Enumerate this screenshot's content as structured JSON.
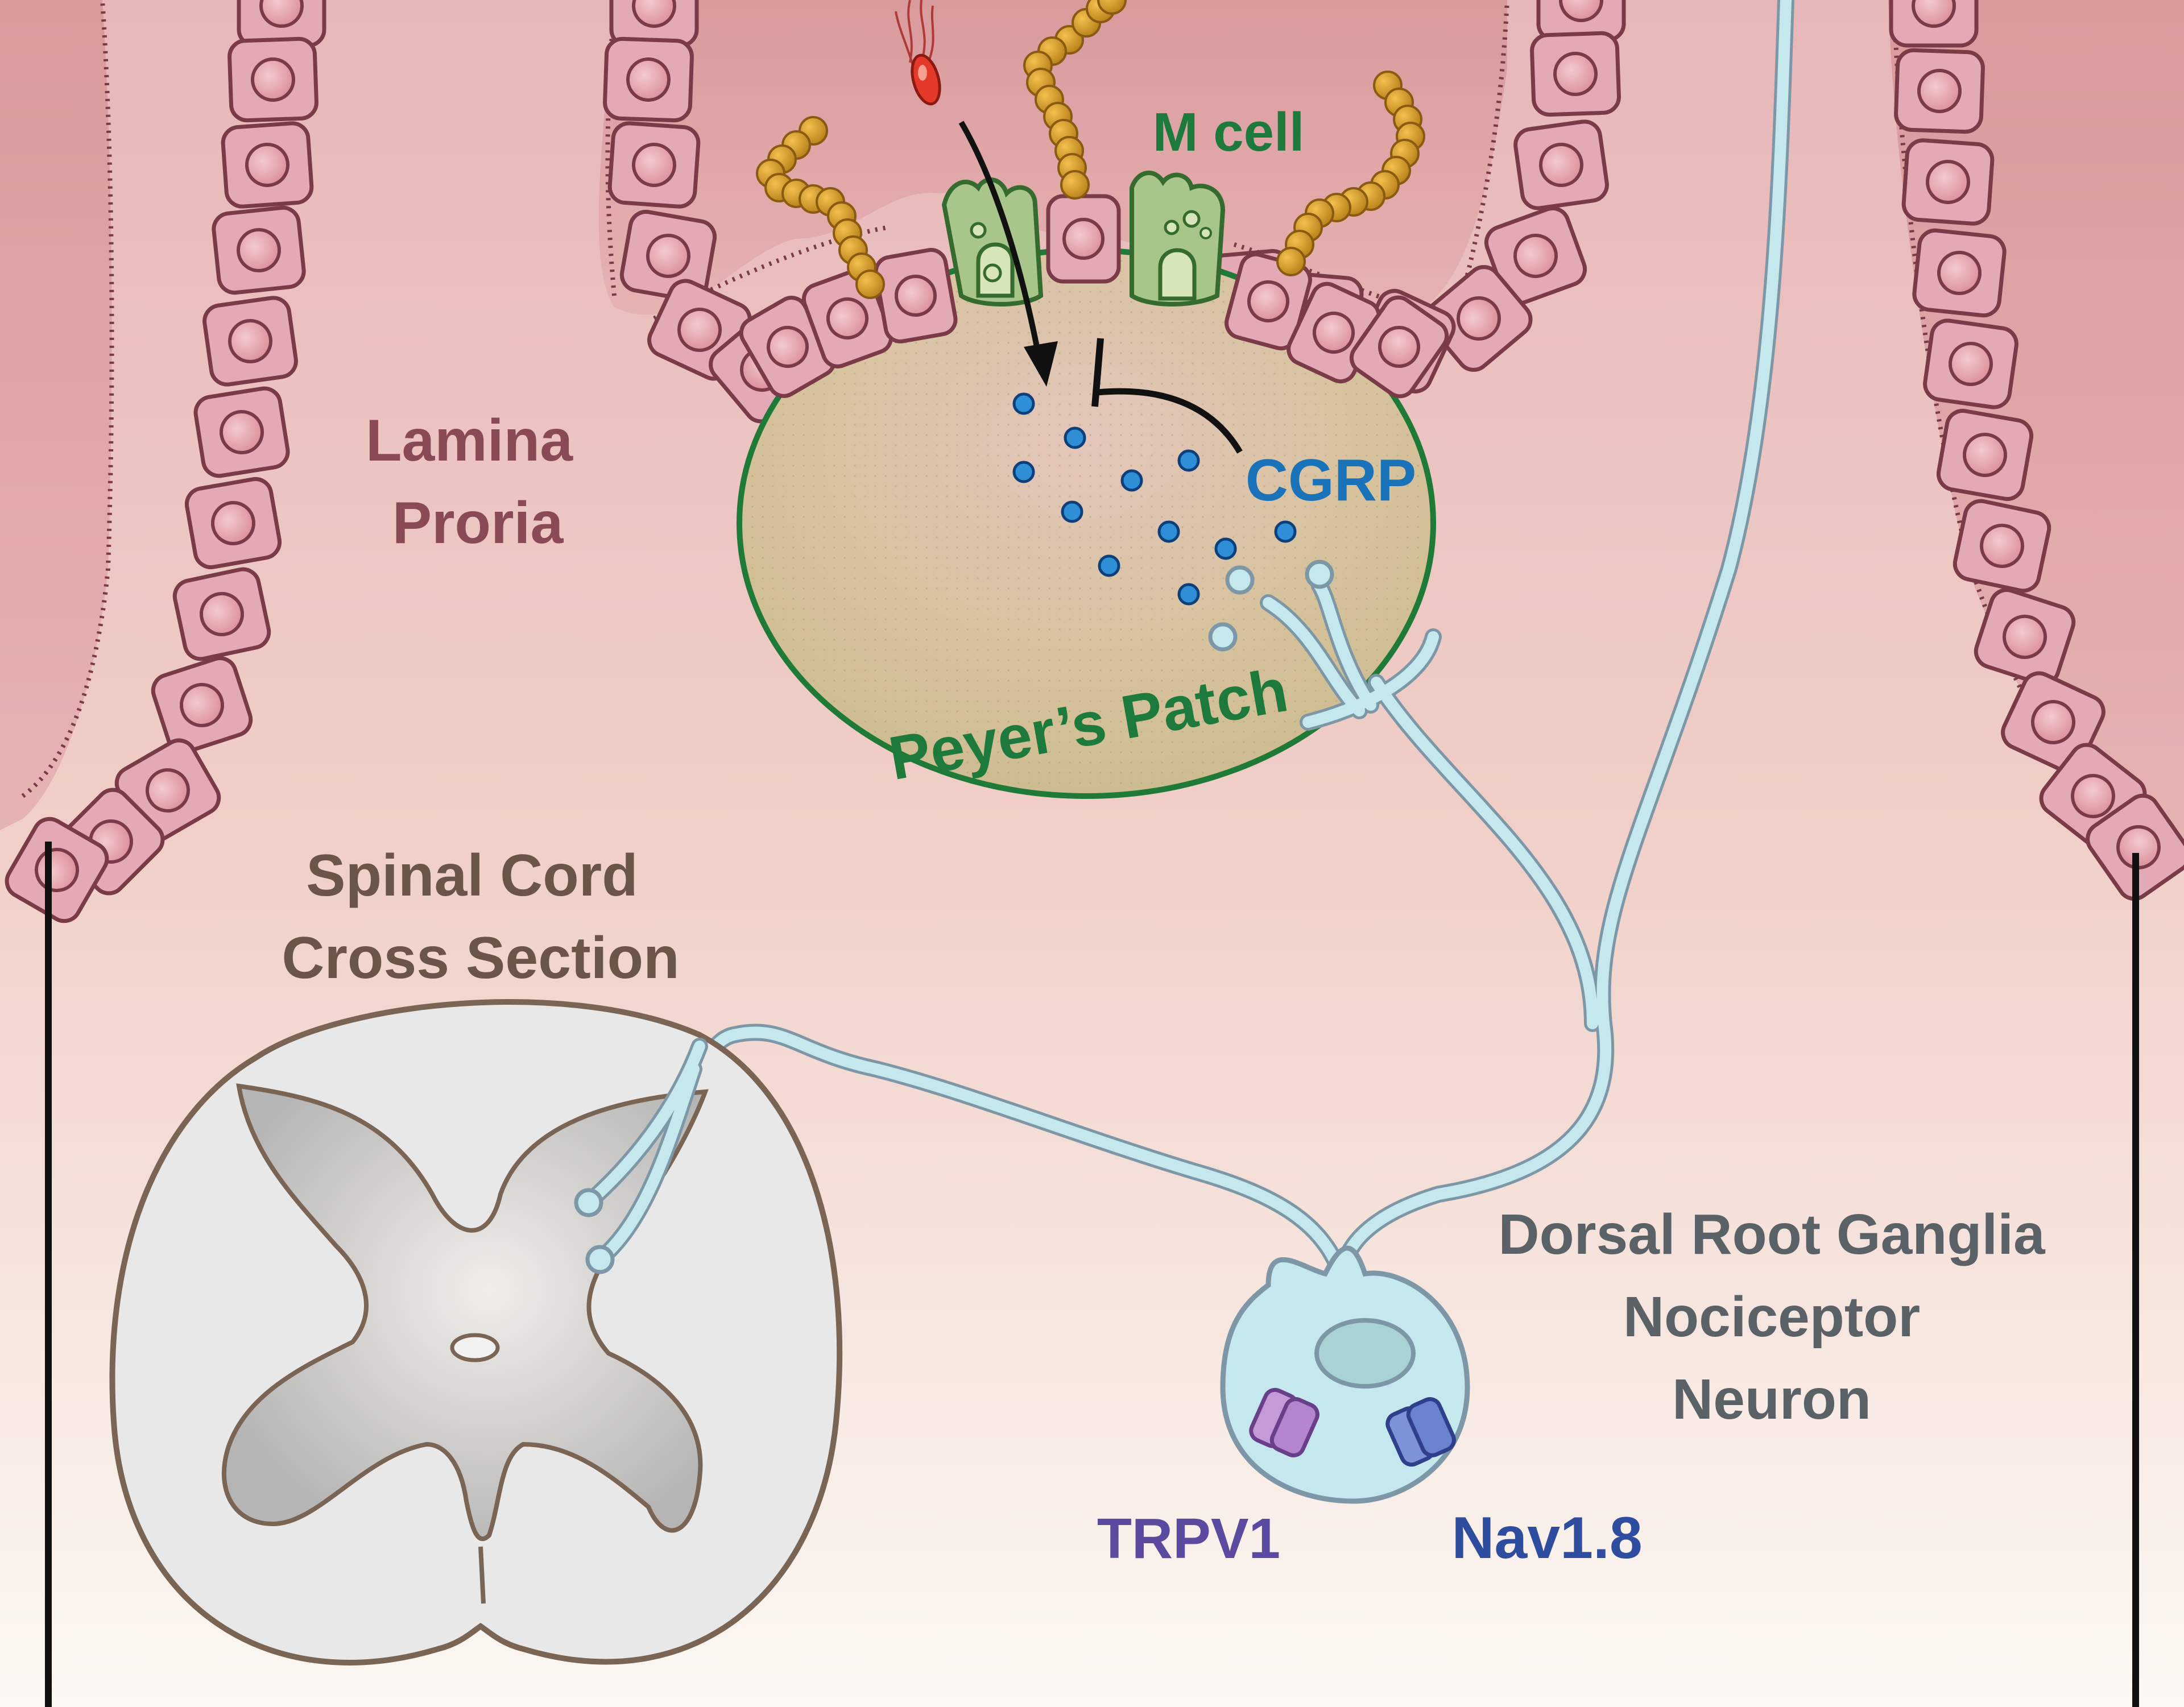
{
  "labels": {
    "m_cell": "M cell",
    "lamina_line1": "Lamina",
    "lamina_line2": "Proria",
    "cgrp": "CGRP",
    "peyers_patch": "Peyer’s Patch",
    "spinal_line1": "Spinal Cord",
    "spinal_line2": "Cross Section",
    "drg_line1": "Dorsal Root Ganglia",
    "drg_line2": "Nociceptor",
    "drg_line3": "Neuron",
    "trpv1": "TRPV1",
    "nav18": "Nav1.8"
  },
  "colors": {
    "m_cell_label": "#1e7a3c",
    "lamina_label": "#8a4a55",
    "cgrp_label": "#1a72b8",
    "peyers_label": "#1e7a3c",
    "tissue_label": "#6b5548",
    "neuron_label": "#5a6268",
    "trpv1_label": "#5b4aa0",
    "nav18_label": "#2f4d9e",
    "background_top": "#e8b9bb",
    "background_bottom": "#fcf8f3",
    "epithelium": "#e0a8b2",
    "epithelium_stroke": "#7a3a48",
    "neuron_fill": "#c5e8ee",
    "neuron_stroke": "#7d97a6",
    "peyers_fill": "#d8c49c",
    "peyers_stroke": "#1f7a37",
    "bacteria": "#d69a2a",
    "cgrp_dot": "#2f8fd6",
    "trpv1_channel": "#c49ad8",
    "nav18_channel": "#6b83cf"
  }
}
